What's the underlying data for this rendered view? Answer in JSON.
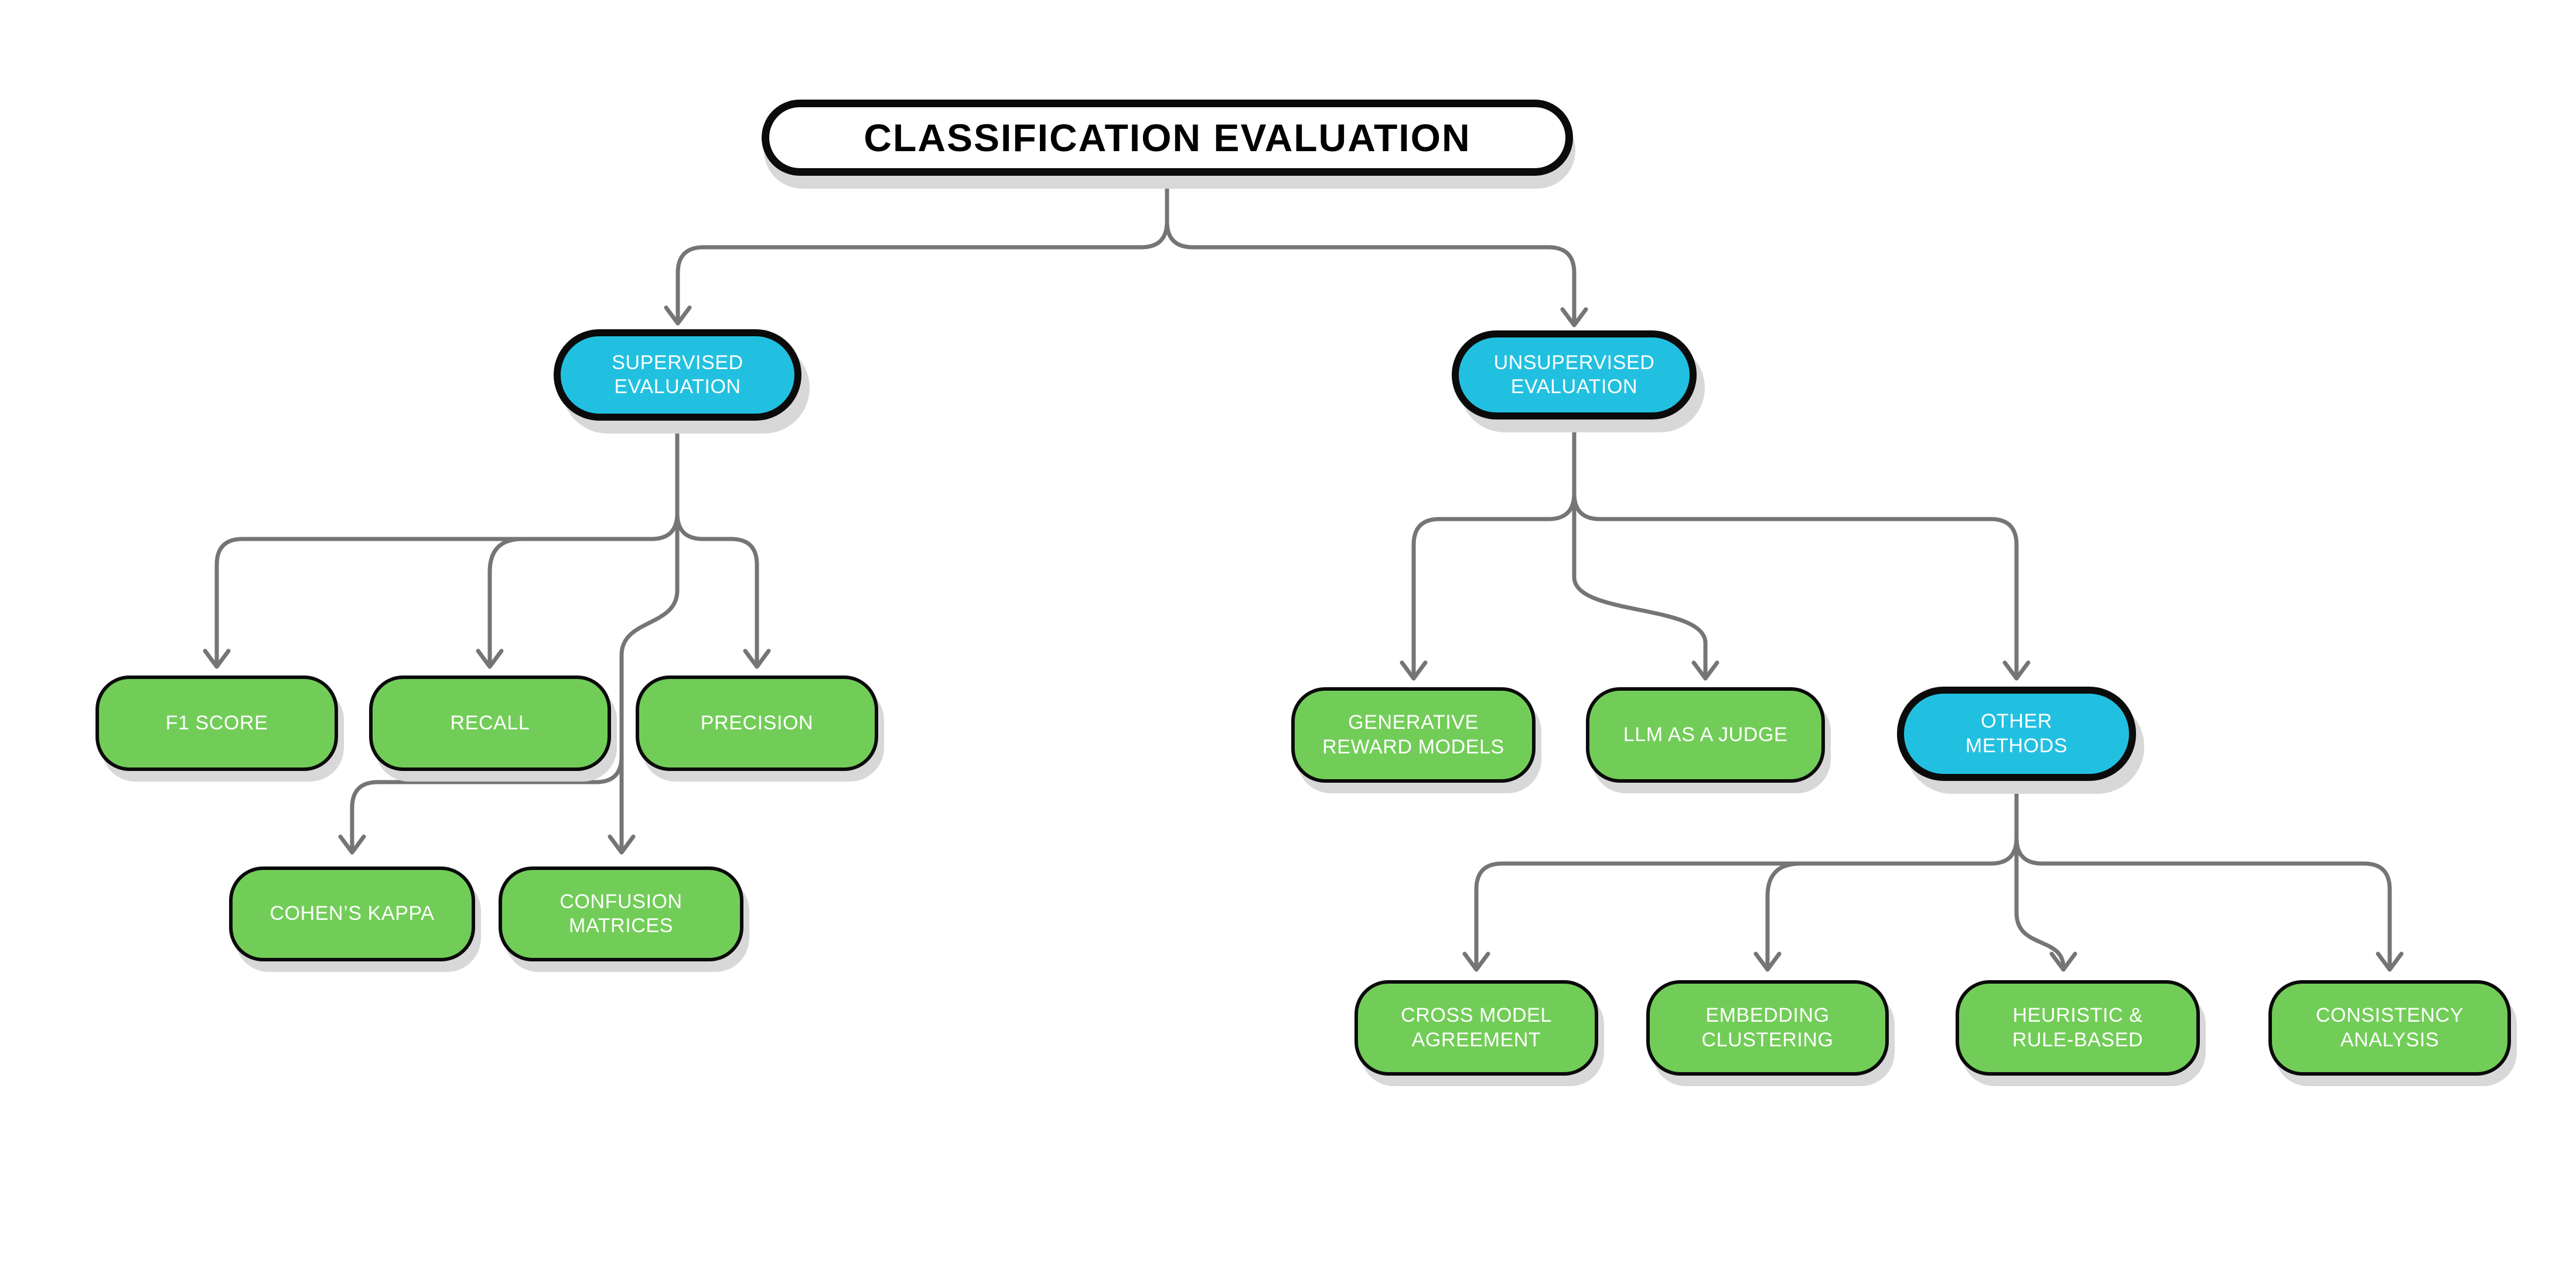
{
  "colors": {
    "node_green": "#72CD58",
    "node_blue": "#22C0E0",
    "node_border": "#0B0B0B",
    "root_fill": "#FFFFFF",
    "root_text": "#000000",
    "label_text": "#FFFFFF",
    "connector_gray": "#757575",
    "shadow_gray": "#D8D8D8",
    "background": "#FFFFFF"
  },
  "nodes": {
    "root": {
      "label": "CLASSIFICATION EVALUATION",
      "style": "white-outline"
    },
    "supervised": {
      "label": "SUPERVISED EVALUATION",
      "style": "blue"
    },
    "unsupervised": {
      "label": "UNSUPERVISED EVALUATION",
      "style": "blue"
    },
    "f1_score": {
      "label": "F1 SCORE",
      "style": "green"
    },
    "recall": {
      "label": "RECALL",
      "style": "green"
    },
    "precision": {
      "label": "PRECISION",
      "style": "green"
    },
    "cohens_kappa": {
      "label": "COHEN’S KAPPA",
      "style": "green"
    },
    "confusion_matrices": {
      "label": "CONFUSION MATRICES",
      "style": "green"
    },
    "generative_reward_models": {
      "label": "GENERATIVE REWARD MODELS",
      "style": "green"
    },
    "llm_as_a_judge": {
      "label": "LLM AS A JUDGE",
      "style": "green"
    },
    "other_methods": {
      "label": "OTHER METHODS",
      "style": "blue"
    },
    "cross_model_agreement": {
      "label": "CROSS MODEL AGREEMENT",
      "style": "green"
    },
    "embedding_clustering": {
      "label": "EMBEDDING CLUSTERING",
      "style": "green"
    },
    "heuristic_rule_based": {
      "label": "HEURISTIC & RULE-BASED",
      "style": "green"
    },
    "consistency_analysis": {
      "label": "CONSISTENCY ANALYSIS",
      "style": "green"
    }
  },
  "edges": [
    {
      "from": "root",
      "to": "supervised"
    },
    {
      "from": "root",
      "to": "unsupervised"
    },
    {
      "from": "supervised",
      "to": "f1_score"
    },
    {
      "from": "supervised",
      "to": "recall"
    },
    {
      "from": "supervised",
      "to": "precision"
    },
    {
      "from": "supervised",
      "to": "cohens_kappa"
    },
    {
      "from": "supervised",
      "to": "confusion_matrices"
    },
    {
      "from": "unsupervised",
      "to": "generative_reward_models"
    },
    {
      "from": "unsupervised",
      "to": "llm_as_a_judge"
    },
    {
      "from": "unsupervised",
      "to": "other_methods"
    },
    {
      "from": "other_methods",
      "to": "cross_model_agreement"
    },
    {
      "from": "other_methods",
      "to": "embedding_clustering"
    },
    {
      "from": "other_methods",
      "to": "heuristic_rule_based"
    },
    {
      "from": "other_methods",
      "to": "consistency_analysis"
    }
  ]
}
